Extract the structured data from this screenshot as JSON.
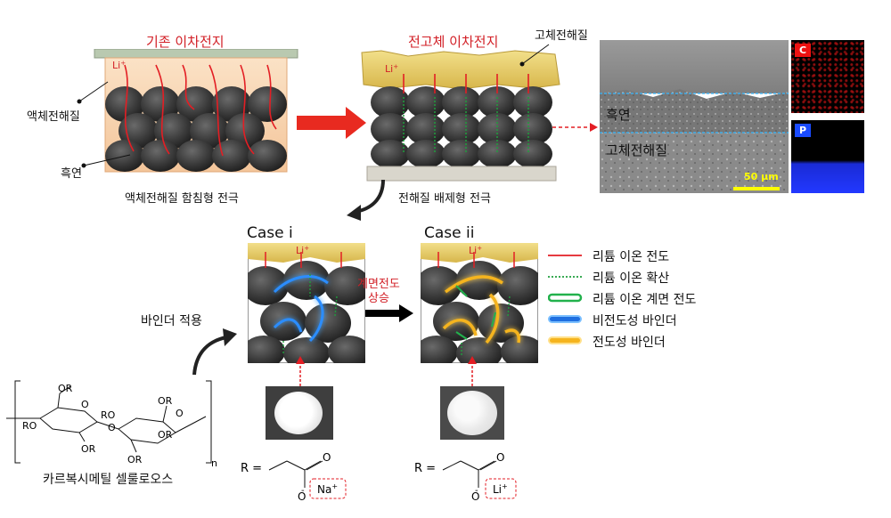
{
  "top": {
    "conventional_title": "기존 이차전지",
    "solid_title": "전고체 이차전지",
    "li_label": "Li",
    "li_sup": "+",
    "liquid_electrolyte": "액체전해질",
    "graphite": "흑연",
    "conventional_caption": "액체전해질 함침형 전극",
    "solid_electrolyte": "고체전해질",
    "solid_caption": "전해질 배제형 전극"
  },
  "sem": {
    "graphite_label": "흑연",
    "electrolyte_label": "고체전해질",
    "scale_bar": "50 μm",
    "map_c": "C",
    "map_p": "P"
  },
  "cases": {
    "case1": "Case i",
    "case2": "Case ii",
    "arrow_label_line1": "계면전도",
    "arrow_label_line2": "상승",
    "binder_apply": "바인더 적용"
  },
  "legend": [
    {
      "label": "리튬 이온 전도",
      "color": "#e31e24"
    },
    {
      "label": "리튬 이온 확산",
      "color": "#1e9f3c"
    },
    {
      "label": "리튬 이온 계면 전도",
      "color": "#22b14c"
    },
    {
      "label": "비전도성 바인더",
      "color": "#1f6fe0"
    },
    {
      "label": "전도성 바인더",
      "color": "#f5b41e"
    }
  ],
  "chem": {
    "or": "OR",
    "ro": "RO",
    "o": "O",
    "n": "n",
    "cmc_caption": "카르복시메틸 셀룰로오스",
    "r_eq": "R =",
    "neg": "-",
    "na": "Na",
    "li": "Li",
    "plus": "+"
  }
}
